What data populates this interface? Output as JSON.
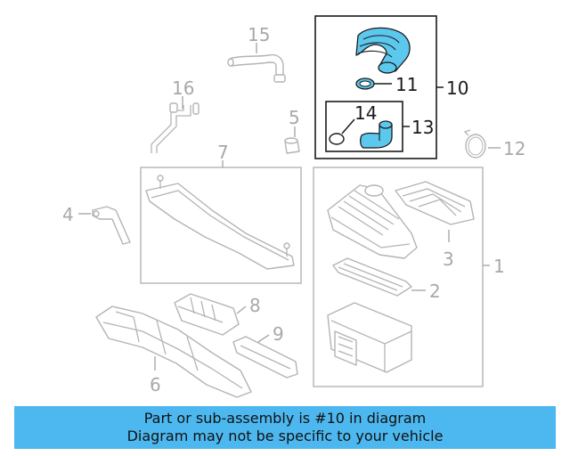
{
  "callouts": {
    "c1": "1",
    "c2": "2",
    "c3": "3",
    "c4": "4",
    "c5": "5",
    "c6": "6",
    "c7": "7",
    "c8": "8",
    "c9": "9",
    "c10": "10",
    "c11": "11",
    "c12": "12",
    "c13": "13",
    "c14": "14",
    "c15": "15",
    "c16": "16"
  },
  "colors": {
    "highlight_fill": "#5cc8ee",
    "banner_background": "#4db8f0",
    "grey_linework": "#b4b4b4"
  },
  "banner": {
    "line1": "Part or sub-assembly is #10 in diagram",
    "line2": "Diagram may not be specific to your vehicle"
  }
}
